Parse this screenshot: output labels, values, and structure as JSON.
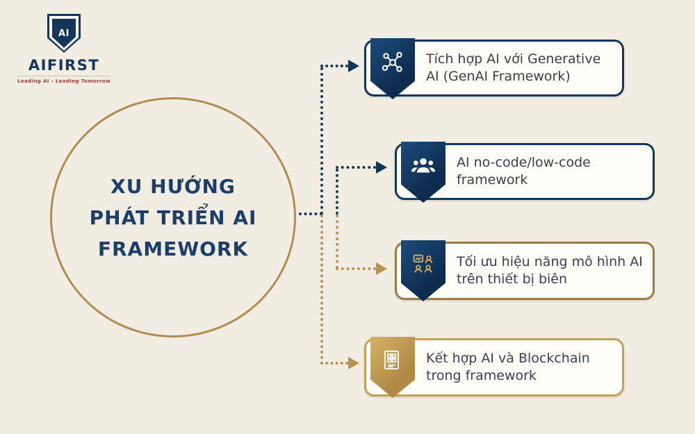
{
  "logo": {
    "shield_text": "AI",
    "brand": "AIFIRST",
    "tagline": "Leading AI - Leading Tomorrow"
  },
  "title_circle": {
    "lines": [
      "XU HƯỚNG",
      "PHÁT TRIỂN AI",
      "FRAMEWORK"
    ]
  },
  "nodes": [
    {
      "id": "genai",
      "label": "Tích hợp AI với Generative AI (GenAI Framework)",
      "icon": "ai-network-icon",
      "accent": "#11365c"
    },
    {
      "id": "nocode",
      "label": "AI no-code/low-code framework",
      "icon": "team-icon",
      "accent": "#11365c"
    },
    {
      "id": "edge",
      "label": "Tối ưu hiệu năng mô hình AI trên thiết bị biên",
      "icon": "edge-analytics-icon",
      "accent": "#9a7b45"
    },
    {
      "id": "blockchain",
      "label": "Kết hợp AI và Blockchain trong framework",
      "icon": "blockchain-doc-icon",
      "accent": "#c59f55"
    }
  ],
  "colors": {
    "background": "#f2ede3",
    "navy": "#11365c",
    "gold": "#b9914f",
    "bronze": "#9a7b45",
    "light_gold": "#c59f55",
    "circle_text": "#1d3e66",
    "node_text": "#39404b",
    "tagline_red": "#a93b32"
  }
}
